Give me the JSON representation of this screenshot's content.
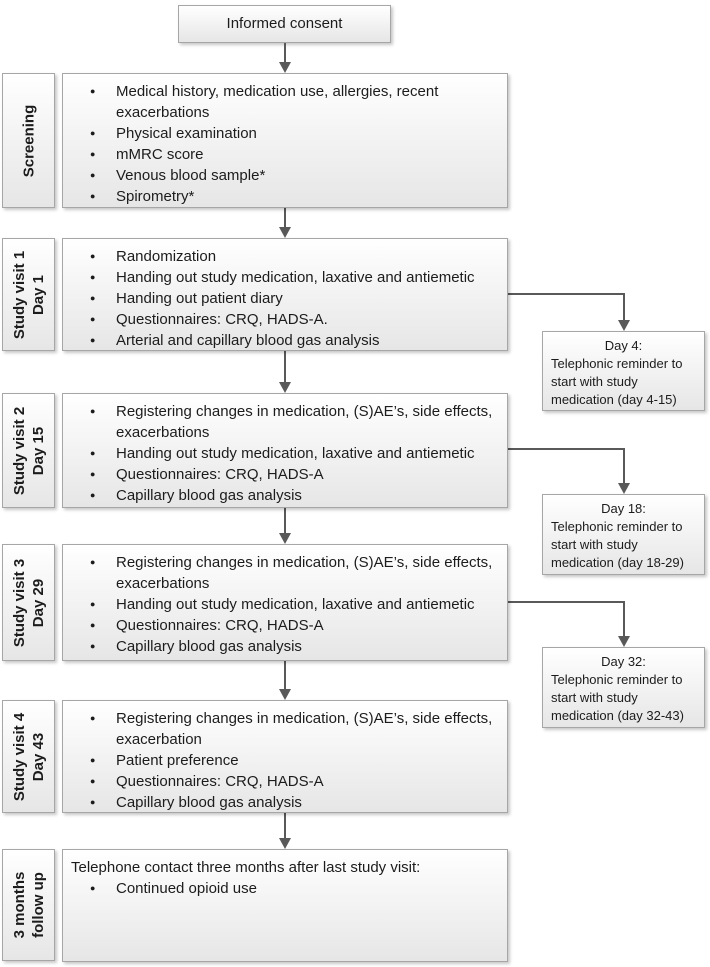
{
  "consent": {
    "label": "Informed consent"
  },
  "sections": [
    {
      "label_lines": [
        "Screening"
      ],
      "bullets": [
        "Medical history, medication use, allergies, recent exacerbations",
        "Physical examination",
        "mMRC score",
        "Venous blood sample*",
        "Spirometry*"
      ]
    },
    {
      "label_lines": [
        "Study visit 1",
        "Day 1"
      ],
      "bullets": [
        "Randomization",
        "Handing out study medication, laxative and antiemetic",
        "Handing out patient diary",
        "Questionnaires: CRQ, HADS-A.",
        "Arterial and capillary blood gas analysis"
      ]
    },
    {
      "label_lines": [
        "Study visit 2",
        "Day 15"
      ],
      "bullets": [
        "Registering changes in medication, (S)AE’s, side effects, exacerbations",
        "Handing out study medication, laxative and antiemetic",
        "Questionnaires: CRQ, HADS-A",
        "Capillary blood gas analysis"
      ]
    },
    {
      "label_lines": [
        "Study visit 3",
        "Day 29"
      ],
      "bullets": [
        "Registering changes in medication, (S)AE’s, side effects, exacerbations",
        "Handing out study medication, laxative and antiemetic",
        "Questionnaires: CRQ, HADS-A",
        "Capillary blood gas analysis"
      ]
    },
    {
      "label_lines": [
        "Study visit 4",
        "Day 43"
      ],
      "bullets": [
        "Registering changes in medication, (S)AE’s, side effects, exacerbation",
        "Patient preference",
        "Questionnaires: CRQ, HADS-A",
        "Capillary blood gas analysis"
      ]
    },
    {
      "label_lines": [
        "3 months",
        "follow up"
      ],
      "heading": "Telephone contact three months after last study visit:",
      "bullets": [
        "Continued opioid use"
      ]
    }
  ],
  "reminders": [
    {
      "title": "Day 4:",
      "body": "Telephonic reminder to start with study medication (day 4-15)"
    },
    {
      "title": "Day 18:",
      "body": "Telephonic reminder to start with study medication (day 18-29)"
    },
    {
      "title": "Day 32:",
      "body": "Telephonic reminder to start with study medication (day 32-43)"
    }
  ],
  "colors": {
    "arrow": "#595959",
    "box_border": "#a6a6a6",
    "fill_top": "#ffffff",
    "fill_bottom": "#e6e6e6",
    "text": "#1c1c1c"
  }
}
